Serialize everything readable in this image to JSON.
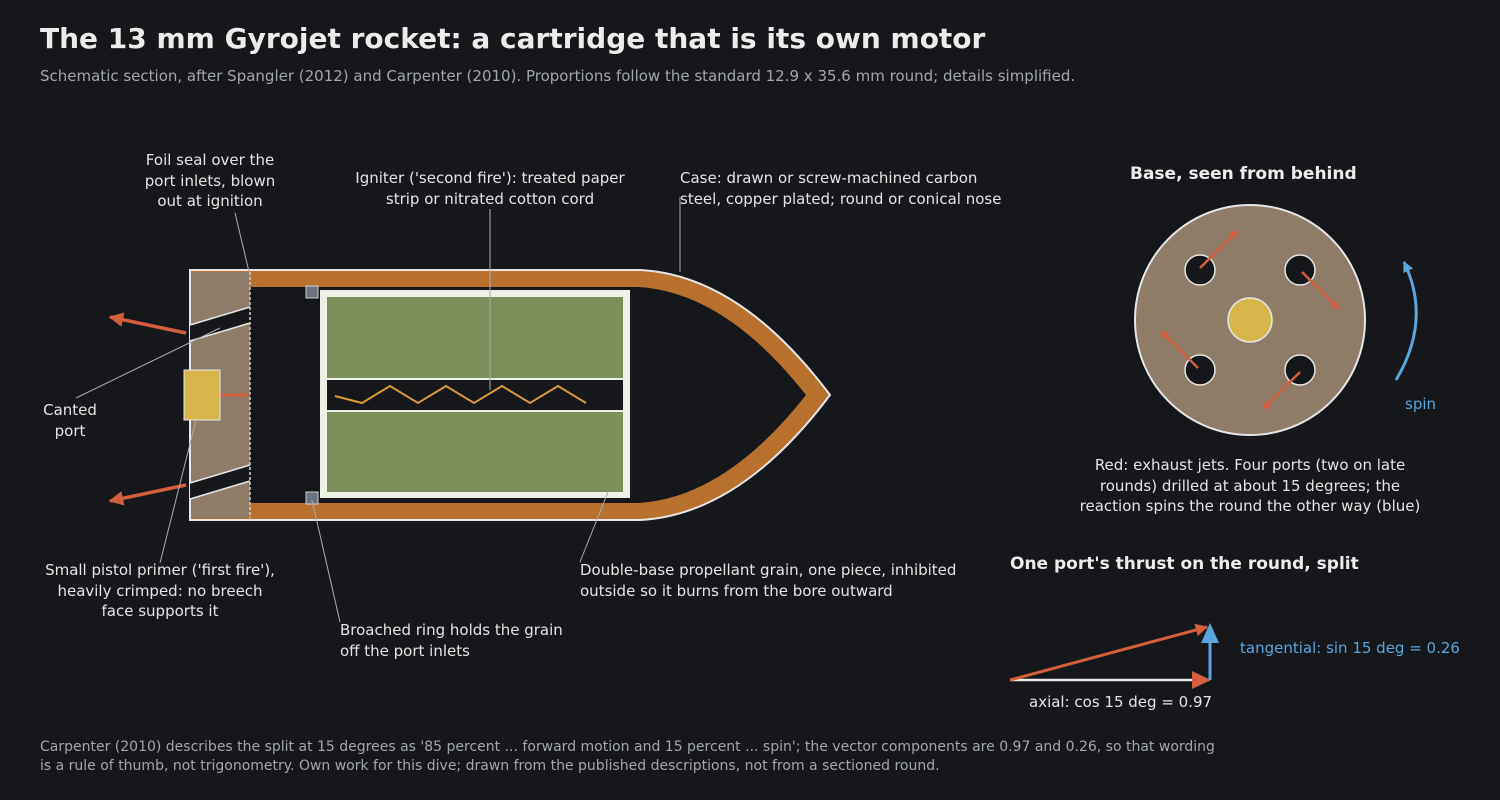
{
  "title": "The 13 mm Gyrojet rocket: a cartridge that is its own motor",
  "subtitle": "Schematic section, after Spangler (2012) and Carpenter (2010). Proportions follow the standard 12.9 x 35.6 mm round; details simplified.",
  "section": {
    "foil_seal": [
      "Foil seal over the",
      "port inlets, blown",
      "out at ignition"
    ],
    "igniter": [
      "Igniter ('second fire'): treated paper",
      "strip or nitrated cotton cord"
    ],
    "case": [
      "Case: drawn or screw-machined carbon",
      "steel, copper plated; round or conical nose"
    ],
    "canted_port": [
      "Canted",
      "port"
    ],
    "primer": [
      "Small pistol primer ('first fire'),",
      "heavily crimped: no breech",
      "face supports it"
    ],
    "broached_ring": [
      "Broached ring holds the grain",
      "off the port inlets"
    ],
    "propellant": [
      "Double-base propellant grain, one piece, inhibited",
      "outside so it burns from the bore outward"
    ]
  },
  "base_view": {
    "heading": "Base, seen from behind",
    "spin_label": "spin",
    "caption": [
      "Red: exhaust jets. Four ports (two on late",
      "rounds) drilled at about 15 degrees; the",
      "reaction spins the round the other way (blue)"
    ]
  },
  "thrust": {
    "heading": "One port's thrust on the round, split",
    "tangential_label": "tangential: sin 15 deg = 0.26",
    "axial_label": "axial: cos 15 deg = 0.97"
  },
  "footer": "Carpenter (2010) describes the split at 15 degrees as '85 percent ... forward motion and 15 percent ... spin'; the vector components are 0.97 and 0.26, so that wording is a rule of thumb, not trigonometry. Own work for this dive; drawn from the published descriptions, not from a sectioned round.",
  "colors": {
    "background": "#16171b",
    "case_copper": "#b8702f",
    "propellant": "#7b8f5a",
    "primer": "#d8b54a",
    "base_plug": "#8e7c68",
    "exhaust_red": "#d25f3d",
    "spin_blue": "#5aa5dd"
  },
  "icons": {
    "exhaust": "red-arrow",
    "spin": "curved-blue-arrow"
  }
}
